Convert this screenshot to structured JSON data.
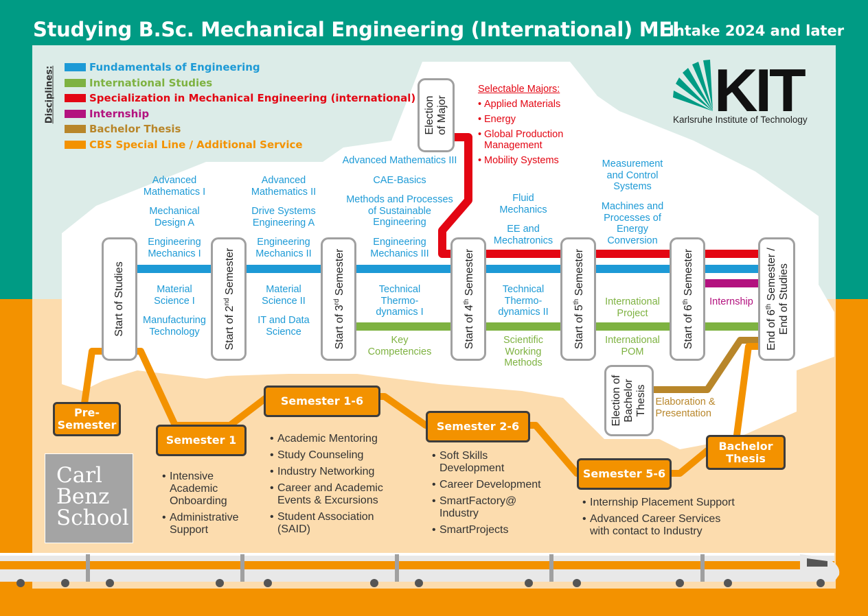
{
  "header": {
    "title": "Studying B.Sc. Mechanical Engineering (International) MEI",
    "intake": "Intake 2024 and later"
  },
  "colors": {
    "teal": "#009b84",
    "peach": "#fcdcae",
    "orange": "#f39200",
    "mint": "#dcece8",
    "blue": "#1d9ad6",
    "green": "#7eb241",
    "red": "#e30613",
    "magenta": "#b3127f",
    "brown": "#b8862a"
  },
  "legend": {
    "heading": "Disciplines:",
    "items": [
      {
        "label": "Fundamentals of Engineering",
        "color": "#1d9ad6"
      },
      {
        "label": "International Studies",
        "color": "#7eb241"
      },
      {
        "label": "Specialization in Mechanical Engineering (international)",
        "color": "#e30613"
      },
      {
        "label": "Internship",
        "color": "#b3127f"
      },
      {
        "label": "Bachelor Thesis",
        "color": "#b8862a"
      },
      {
        "label": "CBS Special Line / Additional Service",
        "color": "#f39200"
      }
    ]
  },
  "logo": {
    "kit": "KIT",
    "kit_full": "Karlsruhe Institute of Technology",
    "cbs_lines": [
      "Carl",
      "Benz",
      "School"
    ]
  },
  "stations": {
    "start": "Start of Studies",
    "s2_pre": "Start of 2",
    "s2_sup": "nd",
    "s2_post": " Semester",
    "s3_pre": "Start of 3",
    "s3_sup": "rd",
    "s3_post": " Semester",
    "s4_pre": "Start of 4",
    "s4_sup": "th",
    "s4_post": " Semester",
    "s5_pre": "Start of 5",
    "s5_sup": "th",
    "s5_post": " Semester",
    "s6_pre": "Start of 6",
    "s6_sup": "th",
    "s6_post": " Semester",
    "end_l1_pre": "End of 6",
    "end_l1_sup": "th",
    "end_l1_post": " Semester /",
    "end_l2": "End of Studies",
    "election_major_l1": "Election",
    "election_major_l2": "of Major",
    "election_thesis_l1": "Election of",
    "election_thesis_l2": "Bachelor",
    "election_thesis_l3": "Thesis"
  },
  "majors": {
    "title": "Selectable Majors:",
    "items": [
      "Applied Materials",
      "Energy",
      "Global Production\nManagement",
      "Mobility Systems"
    ]
  },
  "courses": {
    "sem1_top": [
      "Advanced\nMathematics I",
      "Mechanical\nDesign A",
      "Engineering\nMechanics I"
    ],
    "sem1_bottom": [
      "Material\nScience I",
      "Manufacturing\nTechnology"
    ],
    "sem2_top": [
      "Advanced\nMathematics II",
      "Drive Systems\nEngineering A",
      "Engineering\nMechanics II"
    ],
    "sem2_bottom": [
      "Material\nScience II",
      "IT and Data\nScience"
    ],
    "sem3_top": [
      "Advanced Mathematics III",
      "CAE-Basics",
      "Methods and Processes\nof Sustainable\nEngineering",
      "Engineering\nMechanics III"
    ],
    "sem3_bottom": [
      "Technical\nThermo-\ndynamics I"
    ],
    "sem3_green": "Key\nCompetencies",
    "sem4_top": [
      "Fluid\nMechanics",
      "EE and\nMechatronics"
    ],
    "sem4_bottom": [
      "Technical\nThermo-\ndynamics II"
    ],
    "sem4_green": "Scientific\nWorking\nMethods",
    "sem5_top": [
      "Measurement\nand Control\nSystems",
      "Machines and\nProcesses of\nEnergy\nConversion"
    ],
    "sem5_green1": "International\nProject",
    "sem5_green2": "International\nPOM",
    "internship": "Internship",
    "thesis_elab": "Elaboration &\nPresentation"
  },
  "services": {
    "pre": "Pre-\nSemester",
    "sem1": {
      "label": "Semester 1",
      "items": [
        "Intensive\nAcademic\nOnboarding",
        "Administrative\nSupport"
      ]
    },
    "sem16": {
      "label": "Semester 1-6",
      "items": [
        "Academic Mentoring",
        "Study Counseling",
        "Industry Networking",
        "Career and Academic\nEvents & Excursions",
        "Student Association\n(SAID)"
      ]
    },
    "sem26": {
      "label": "Semester 2-6",
      "items": [
        "Soft Skills\nDevelopment",
        "Career Development",
        "SmartFactory@\nIndustry",
        "SmartProjects"
      ]
    },
    "sem56": {
      "label": "Semester 5-6",
      "items": [
        "Internship Placement Support",
        "Advanced Career Services\nwith contact to Industry"
      ]
    },
    "thesis": "Bachelor\nThesis"
  }
}
